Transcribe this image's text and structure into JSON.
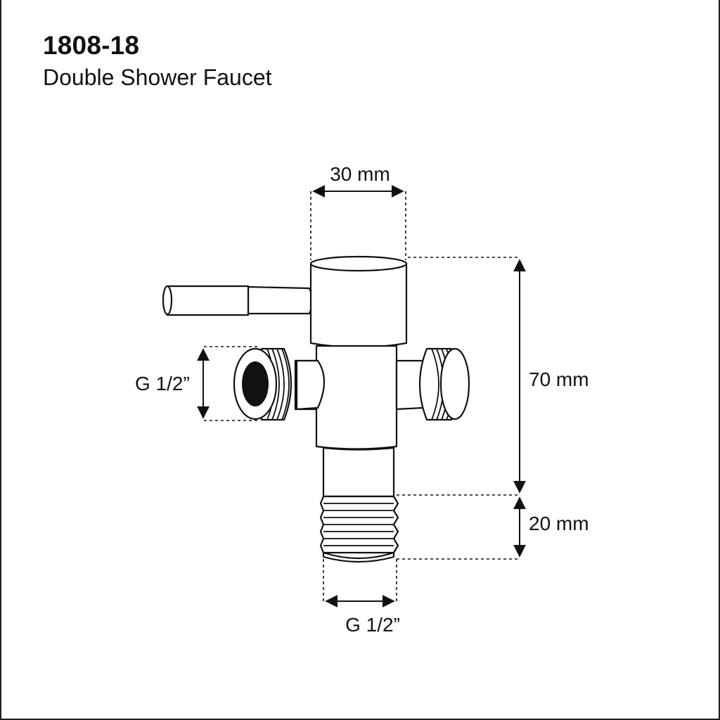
{
  "header": {
    "model": "1808-18",
    "product": "Double Shower Faucet"
  },
  "dimensions": {
    "top_width": "30 mm",
    "body_height": "70 mm",
    "thread_length": "20 mm",
    "side_thread": "G 1/2”",
    "bottom_thread": "G 1/2”"
  },
  "colors": {
    "line": "#111111",
    "background": "#ffffff"
  }
}
